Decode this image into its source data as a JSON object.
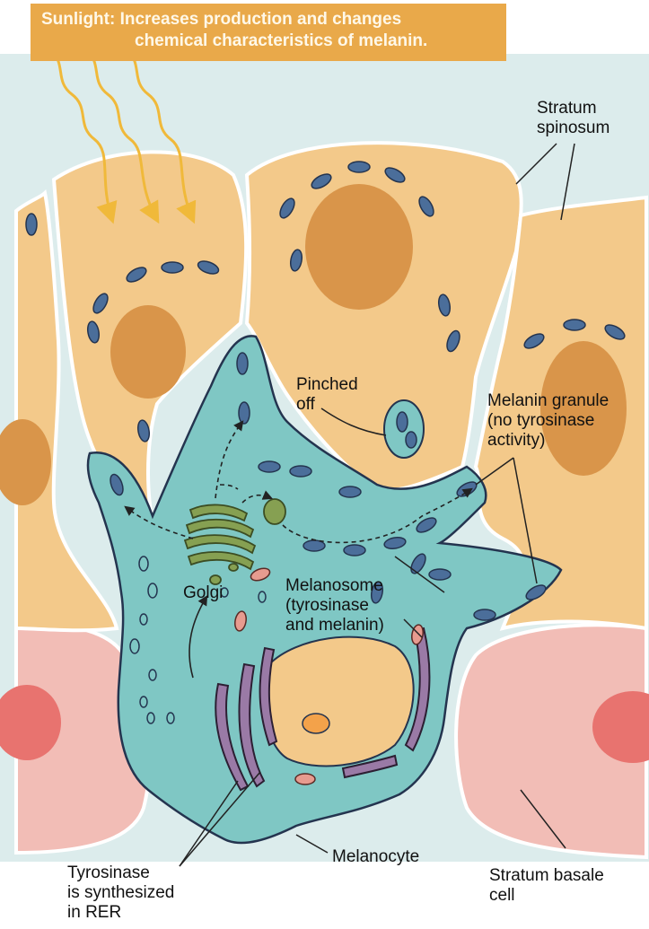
{
  "banner": {
    "line1": "Sunlight: Increases production and changes",
    "line2": "chemical characteristics of melanin."
  },
  "labels": {
    "stratum_spinosum": [
      "Stratum",
      "spinosum"
    ],
    "pinched_off": [
      "Pinched",
      "off"
    ],
    "melanin_granule": [
      "Melanin granule",
      "(no tyrosinase",
      "activity)"
    ],
    "golgi": "Golgi",
    "melanosome": [
      "Melanosome",
      "(tyrosinase",
      "and melanin)"
    ],
    "melanocyte": "Melanocyte",
    "tyrosinase": [
      "Tyrosinase",
      "is synthesized",
      "in RER"
    ],
    "stratum_basale": [
      "Stratum basale",
      "cell"
    ]
  },
  "colors": {
    "keratinocyte": "#f3c98a",
    "keratinocyte_nucleus": "#d9954a",
    "basal_cell": "#f2bdb6",
    "basal_nucleus": "#e8736f",
    "melanocyte": "#7fc7c4",
    "granule": "#4b6e9a",
    "golgi": "#86a052",
    "rer": "#9a7aa6",
    "melanosome": "#e79b8f",
    "sunlight": "#f0b93a",
    "background": "#d9ecec"
  }
}
